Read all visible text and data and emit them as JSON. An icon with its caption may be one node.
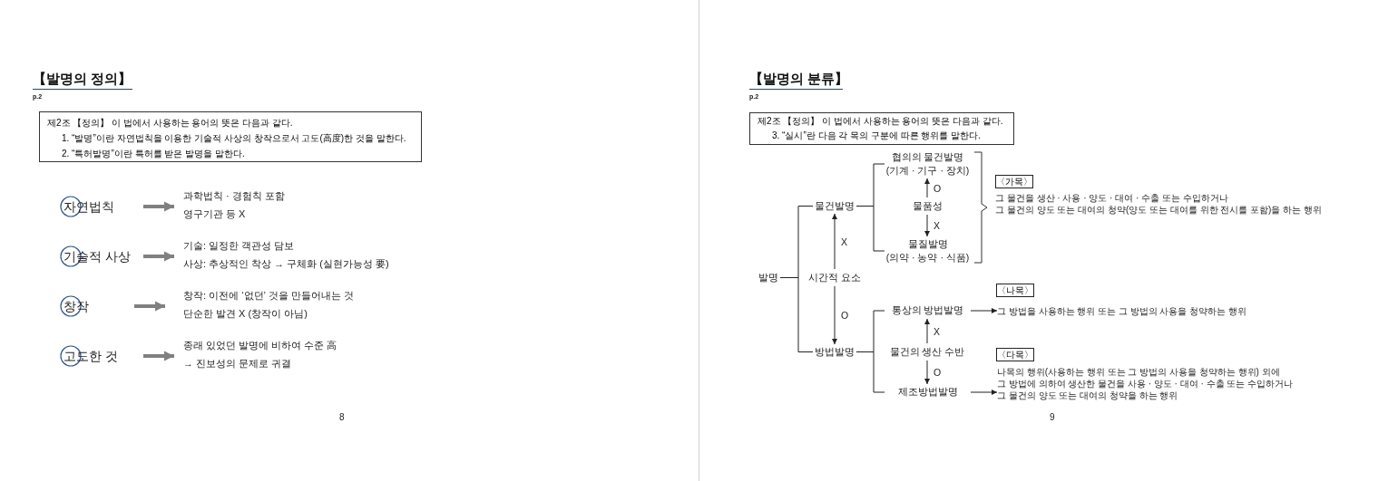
{
  "diagram": {
    "nodes": [
      {
        "text": [
          "제2조 【정의】 이 법에서 사용하는 용어의 뜻은 다음과 같다.",
          "1. “발명”이란 자연법칙을 이용한 기술적 사상의 창작으로서 고도(高度)한 것을 말한다.",
          "2. “특허발명”이란 특허를 받은 발명을 말한다."
        ]
      },
      {
        "text": [
          "자연법칙"
        ]
      },
      {
        "text": [
          "과학법칙 · 경험칙 포함",
          "영구기관 등 X"
        ]
      },
      {
        "text": [
          "기술적 사상"
        ]
      },
      {
        "text": [
          "기술: 일정한 객관성 담보",
          "사상: 추상적인 착상 → 구체화 (실현가능성 要)"
        ]
      },
      {
        "text": [
          "창작"
        ]
      },
      {
        "text": [
          "창작: 이전에 ‘없던’ 것을 만들어내는 것",
          "단순한 발견 X (창작이 아님)"
        ]
      },
      {
        "text": [
          "고도한 것"
        ]
      },
      {
        "text": [
          "종래 있었던 발명에 비하여 수준 高",
          "→ 진보성의 문제로 귀결"
        ]
      },
      {
        "text": [
          "제2조 【정의】 이 법에서 사용하는 용어의 뜻은 다음과 같다.",
          "3. “실시”란 다음 각 목의 구분에 따른 행위를 말한다."
        ]
      },
      {
        "text": [
          "발명"
        ]
      },
      {
        "text": [
          "물건발명"
        ]
      },
      {
        "text": [
          "시간적 요소"
        ]
      },
      {
        "text": [
          "방법발명"
        ]
      },
      {
        "text": [
          "협의의 물건발명",
          "(기계 · 기구 · 장치)"
        ]
      },
      {
        "text": [
          "물품성"
        ]
      },
      {
        "text": [
          "물질발명",
          "(의약 · 농약 · 식품)"
        ]
      },
      {
        "text": [
          "〈가목〉"
        ]
      },
      {
        "text": [
          "통상의 방법발명"
        ]
      },
      {
        "text": [
          "물건의 생산 수반"
        ]
      },
      {
        "text": [
          "제조방법발명"
        ]
      },
      {
        "text": [
          "〈나목〉"
        ]
      },
      {
        "text": [
          "그 방법을 사용하는 행위 또는 그 방법의 사용을 청약하는 행위"
        ]
      },
      {
        "text": [
          "〈다목〉"
        ]
      },
      {
        "text": [
          "나목의 행위(사용하는 행위 또는 그 방법의 사용을 청약하는 행위) 외에",
          "그 방법에 의하여 생산한 물건을 사용 · 양도 · 대여 · 수출 또는 수입하거나",
          "그 물건의 양도 또는 대여의 청약을 하는 행위"
        ]
      }
    ],
    "edges": [
      {
        "from": 1,
        "to": 2,
        "arrow": "to",
        "style": "thick",
        "color": "#808080"
      },
      {
        "from": 3,
        "to": 4,
        "arrow": "to",
        "style": "thick",
        "color": "#808080"
      },
      {
        "from": 5,
        "to": 6,
        "arrow": "to",
        "style": "thick",
        "color": "#808080"
      },
      {
        "from": 7,
        "to": 8,
        "arrow": "to",
        "style": "thick",
        "color": "#808080"
      },
      {
        "from": 10,
        "to": 11,
        "arrow": "none"
      },
      {
        "from": 10,
        "to": 13,
        "arrow": "none"
      },
      {
        "from": 12,
        "to": 11,
        "arrow": "to",
        "label": "X"
      },
      {
        "from": 12,
        "to": 13,
        "arrow": "to",
        "label": "O"
      },
      {
        "from": 11,
        "to": 14,
        "arrow": "none"
      },
      {
        "from": 11,
        "to": 16,
        "arrow": "none"
      },
      {
        "from": 15,
        "to": 14,
        "arrow": "to",
        "label": "O"
      },
      {
        "from": 15,
        "to": 16,
        "arrow": "to",
        "label": "X"
      },
      {
        "from": 13,
        "to": 18,
        "arrow": "none"
      },
      {
        "from": 13,
        "to": 20,
        "arrow": "none"
      },
      {
        "from": 19,
        "to": 18,
        "arrow": "to",
        "label": "X"
      },
      {
        "from": 19,
        "to": 20,
        "arrow": "to",
        "label": "O"
      },
      {
        "from": 18,
        "to": 22,
        "arrow": "to"
      },
      {
        "from": 20,
        "to": 24,
        "arrow": "to"
      }
    ],
    "labels": [
      "【발명의 정의】",
      "p.2",
      "8",
      "【발명의 분류】",
      "p.2",
      "그 물건을 생산 · 사용 · 양도 · 대여 · 수출 또는 수입하거나",
      "그 물건의 양도 또는 대여의 청약(양도 또는 대여를 위한 전시를 포함)을 하는 행위",
      "9"
    ]
  }
}
